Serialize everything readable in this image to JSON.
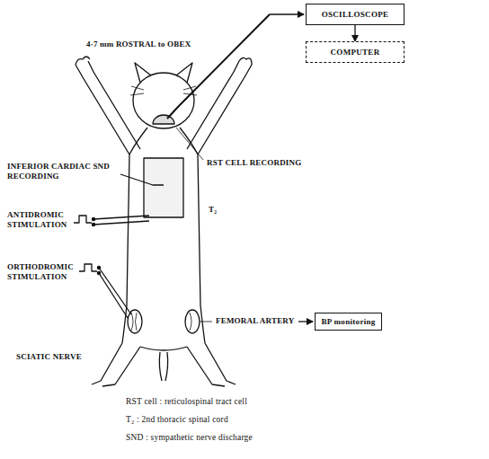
{
  "diagram": {
    "nodes": [
      {
        "text": [
          "OSCILLOSCOPE"
        ]
      },
      {
        "text": [
          "COMPUTER"
        ]
      },
      {
        "text": [
          "BP monitoring"
        ]
      }
    ],
    "edges": [
      {
        "from": 0,
        "to": 1,
        "arrow": "to"
      }
    ],
    "labels": [
      "4·7 mm ROSTRAL to OBEX",
      "RST CELL RECORDING",
      "INFERIOR CARDIAC SND RECORDING",
      "T₂",
      "ANTIDROMIC STIMULATION",
      "ORTHODROMIC STIMULATION",
      "SCIATIC NERVE",
      "FEMORAL ARTERY",
      "RST cell : reticulospinal tract cell",
      "T₂ : 2nd thoracic spinal cord",
      "SND : sympathetic nerve discharge"
    ]
  }
}
